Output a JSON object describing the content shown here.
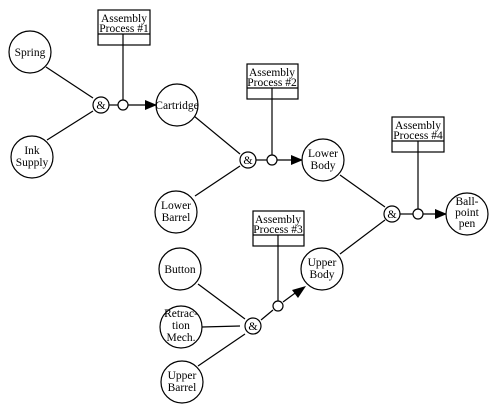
{
  "nodes": {
    "spring": [
      "Spring"
    ],
    "ink_supply": [
      "Ink",
      "Supply"
    ],
    "cartridge": [
      "Cartridge"
    ],
    "lower_barrel": [
      "Lower",
      "Barrel"
    ],
    "lower_body": [
      "Lower",
      "Body"
    ],
    "button": [
      "Button"
    ],
    "retraction_mech": [
      "Retrac-",
      "tion",
      "Mech."
    ],
    "upper_barrel": [
      "Upper",
      "Barrel"
    ],
    "upper_body": [
      "Upper",
      "Body"
    ],
    "ballpoint_pen": [
      "Ball-",
      "point",
      "pen"
    ]
  },
  "processes": {
    "p1": [
      "Assembly",
      "Process #1"
    ],
    "p2": [
      "Assembly",
      "Process #2"
    ],
    "p3": [
      "Assembly",
      "Process #3"
    ],
    "p4": [
      "Assembly",
      "Process #4"
    ]
  },
  "junction_symbol": "&"
}
